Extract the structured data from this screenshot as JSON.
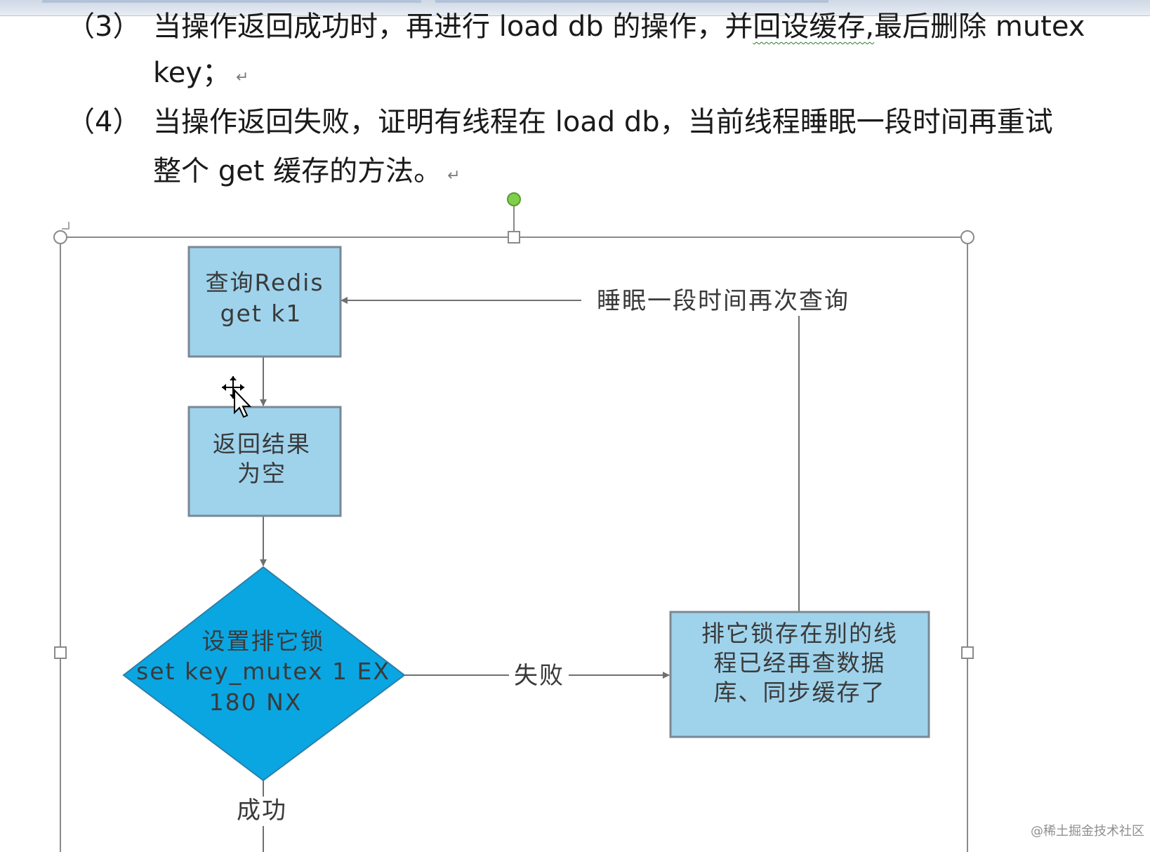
{
  "document": {
    "items": [
      {
        "number": "（3）",
        "line1_pre": "当操作返回成功时，再进行 load db 的操作，并",
        "line1_wavy": "回设缓存,",
        "line1_post": "最后删除 mutex",
        "line2": "key；"
      },
      {
        "number": "（4）",
        "line1": "当操作返回失败，证明有线程在 load db，当前线程睡眠一段时间再重试",
        "line2": "整个 get 缓存的方法。"
      }
    ],
    "paragraph_mark": "↵"
  },
  "flowchart": {
    "nodes": {
      "query_redis": {
        "lines": [
          "查询Redis",
          "get k1"
        ]
      },
      "result_empty": {
        "lines": [
          "返回结果",
          "为空"
        ]
      },
      "set_lock": {
        "lines": [
          "设置排它锁",
          "set key_mutex 1 EX",
          "180 NX"
        ]
      },
      "lock_exists": {
        "lines": [
          "排它锁存在别的线",
          "程已经再查数据",
          "库、同步缓存了"
        ]
      }
    },
    "edges": {
      "fail_label": "失败",
      "success_label": "成功",
      "retry_label": "睡眠一段时间再次查询"
    },
    "colors": {
      "box_fill": "#9fd3ec",
      "box_stroke": "#7a8894",
      "diamond_fill": "#0aa6e2",
      "line": "#707070",
      "handle_green": "#7ed04b"
    }
  },
  "watermark": "@稀土掘金技术社区"
}
